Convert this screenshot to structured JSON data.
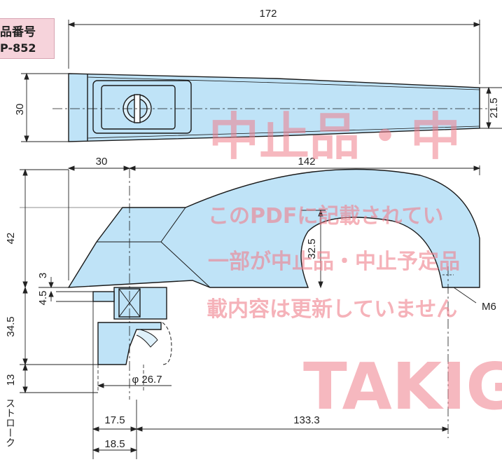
{
  "part_box": {
    "label": "品番号",
    "code": "P-852"
  },
  "dimensions": {
    "overall_length": "172",
    "height_top_view": "30",
    "tip_height": "21.5",
    "base_length": "30",
    "lever_length": "142",
    "lever_height": "42",
    "inner_height": "32.5",
    "offset_3": "3",
    "offset_4_5": "4.5",
    "depth_34_5": "34.5",
    "gap_13": "13",
    "diameter": "φ 26.7",
    "width_17_5": "17.5",
    "width_18_5": "18.5",
    "span_133_3": "133.3",
    "thread": "M6",
    "stroke_label": "ストローク"
  },
  "colors": {
    "part_fill": "#bfe3f7",
    "outline": "#1a1a1a",
    "watermark": "#f07f8c"
  },
  "watermark": {
    "line1": "中止品・中",
    "line2": "このPDFに記載されてい",
    "line3": "一部が中止品・中止予定品",
    "line4": "載内容は更新していません",
    "brand": "TAKIG"
  }
}
